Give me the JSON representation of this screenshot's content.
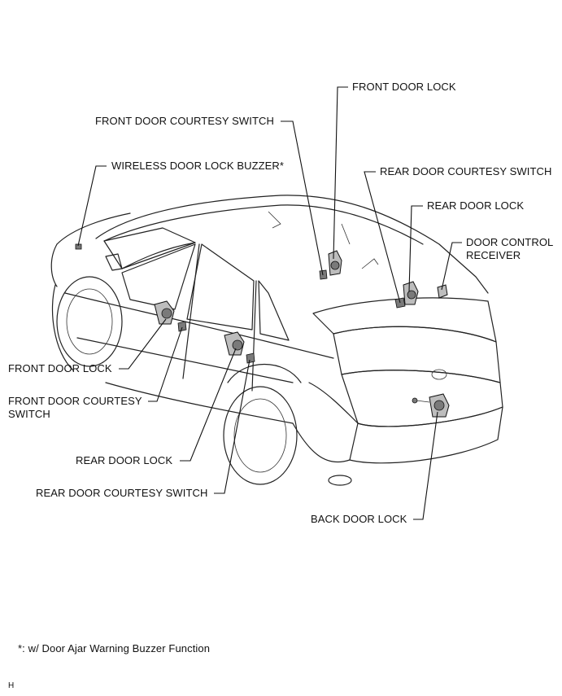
{
  "callouts": {
    "front_door_lock_top": "FRONT DOOR LOCK",
    "front_door_courtesy_switch_top": "FRONT DOOR COURTESY SWITCH",
    "wireless_door_lock_buzzer": "WIRELESS DOOR LOCK BUZZER*",
    "rear_door_courtesy_switch_top": "REAR DOOR COURTESY SWITCH",
    "rear_door_lock_top": "REAR DOOR LOCK",
    "door_control_receiver_line1": "DOOR CONTROL",
    "door_control_receiver_line2": "RECEIVER",
    "front_door_lock_left": "FRONT DOOR LOCK",
    "front_door_courtesy_switch_left_line1": "FRONT DOOR COURTESY",
    "front_door_courtesy_switch_left_line2": "SWITCH",
    "rear_door_lock_left": "REAR DOOR LOCK",
    "rear_door_courtesy_switch_left": "REAR DOOR COURTESY SWITCH",
    "back_door_lock": "BACK DOOR LOCK"
  },
  "footnote": "*: w/ Door Ajar Warning Buzzer Function",
  "figure_code": "H"
}
